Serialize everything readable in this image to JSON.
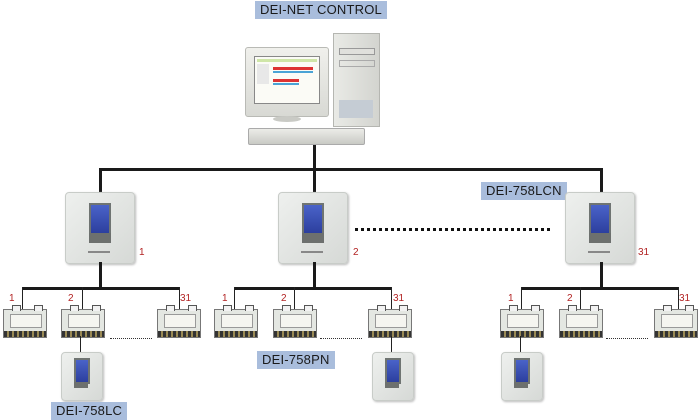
{
  "diagram": {
    "title": "DEI-NET CONTROL",
    "labels": {
      "network_controller": "DEI-758LCN",
      "panel_controller": "DEI-758PN",
      "local_controller": "DEI-758LC"
    },
    "level1_nodes": [
      {
        "id": "1"
      },
      {
        "id": "2"
      },
      {
        "id": "31"
      }
    ],
    "level2_node_ids": [
      "1",
      "2",
      "31"
    ],
    "colors": {
      "label_bg": "#a9bddc",
      "node_number": "#b22222",
      "bus_line": "#1a1a1a",
      "lcd_blue": "#3a50b8"
    }
  }
}
